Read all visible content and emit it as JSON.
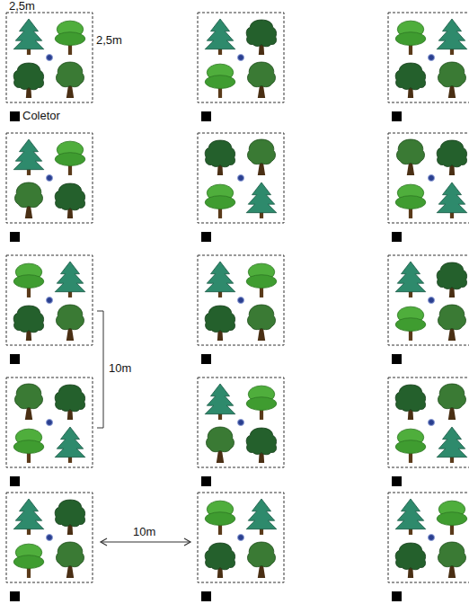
{
  "diagram": {
    "labels": [
      "2,5m",
      "2,5m",
      "Coletor",
      "10m",
      "10m"
    ]
  }
}
